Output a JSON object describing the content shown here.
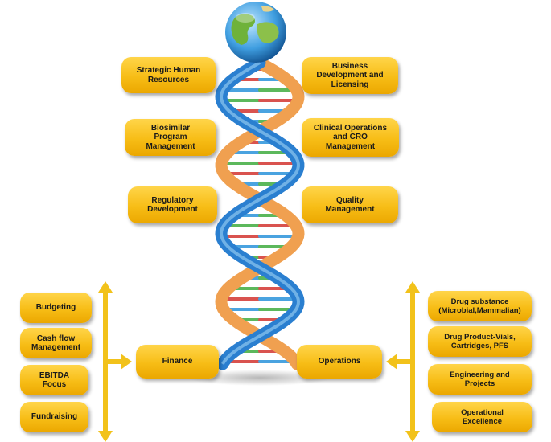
{
  "left_boxes": [
    {
      "label": "Strategic Human\nResources"
    },
    {
      "label": "Biosimilar\nProgram\nManagement"
    },
    {
      "label": "Regulatory\nDevelopment"
    }
  ],
  "right_boxes": [
    {
      "label": "Business\nDevelopment and\nLicensing"
    },
    {
      "label": "Clinical Operations\nand CRO\nManagement"
    },
    {
      "label": "Quality\nManagement"
    }
  ],
  "finance": {
    "label": "Finance",
    "items": [
      "Budgeting",
      "Cash flow\nManagement",
      "EBITDA\nFocus",
      "Fundraising"
    ]
  },
  "operations": {
    "label": "Operations",
    "items": [
      "Drug substance\n(Microbial,Mammalian)",
      "Drug Product-Vials,\nCartridges, PFS",
      "Engineering and\nProjects",
      "Operational\nExcellence"
    ]
  },
  "colors": {
    "box_fill": "#f7bd16",
    "arrow": "#f2c21a",
    "strand_blue": "#2a7fd0",
    "strand_orange": "#f0a050",
    "rung_green": "#5cb85c",
    "rung_red": "#d9534f",
    "rung_blue": "#4aa3e0"
  }
}
